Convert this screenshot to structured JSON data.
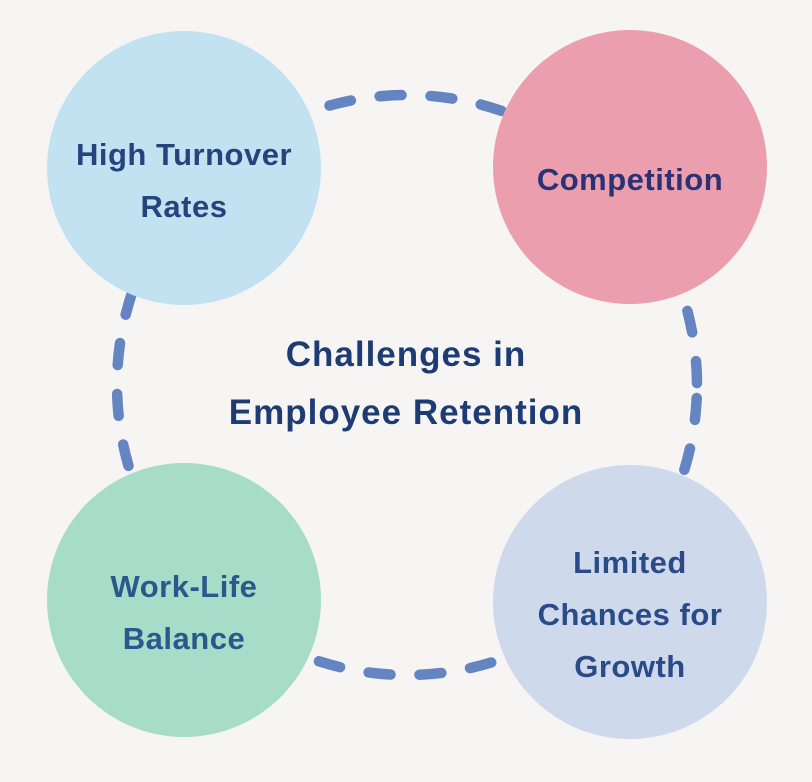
{
  "background": "#f6f5f3",
  "title": {
    "line1": "Challenges in",
    "line2": "Employee Retention",
    "color": "#1e3c74"
  },
  "connector": {
    "style": "dashed-circle",
    "color": "#6584c2"
  },
  "nodes": [
    {
      "label": "High Turnover Rates",
      "position": "top-left",
      "color": "#c3e2f1",
      "text_color": "#24447e"
    },
    {
      "label": "Competition",
      "position": "top-right",
      "color": "#eb9fae",
      "text_color": "#2c3174"
    },
    {
      "label": "Work-Life Balance",
      "position": "bottom-left",
      "color": "#a7dcc8",
      "text_color": "#27598c"
    },
    {
      "label": "Limited Chances for Growth",
      "position": "bottom-right",
      "color": "#cfd9ec",
      "text_color": "#2a4a88"
    }
  ]
}
